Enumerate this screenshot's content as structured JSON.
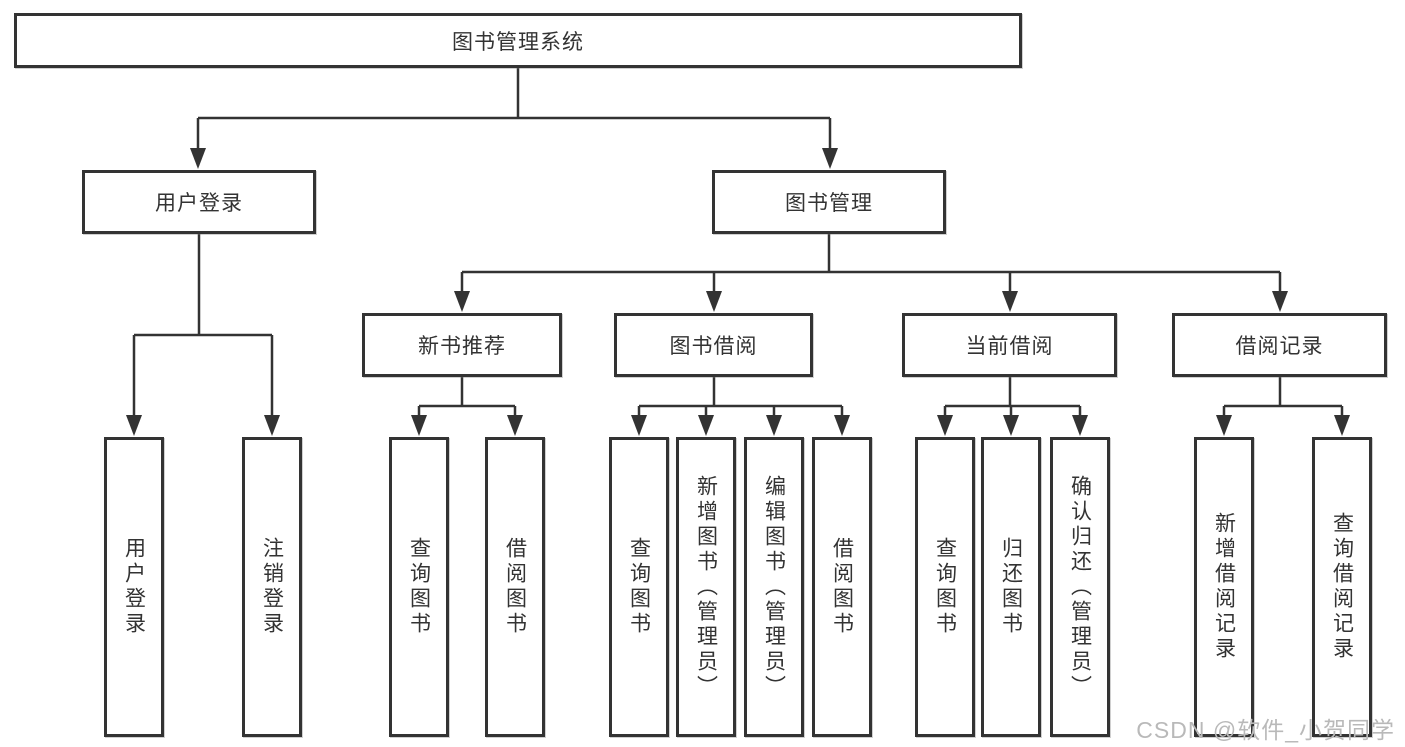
{
  "diagram": {
    "root": {
      "label": "图书管理系统"
    },
    "level2": [
      {
        "label": "用户登录"
      },
      {
        "label": "图书管理"
      }
    ],
    "level3": [
      {
        "label": "新书推荐"
      },
      {
        "label": "图书借阅"
      },
      {
        "label": "当前借阅"
      },
      {
        "label": "借阅记录"
      }
    ],
    "leaves": [
      {
        "label": "用户登录"
      },
      {
        "label": "注销登录"
      },
      {
        "label": "查询图书"
      },
      {
        "label": "借阅图书"
      },
      {
        "label": "查询图书"
      },
      {
        "label": "新增图书（管理员）"
      },
      {
        "label": "编辑图书（管理员）"
      },
      {
        "label": "借阅图书"
      },
      {
        "label": "查询图书"
      },
      {
        "label": "归还图书"
      },
      {
        "label": "确认归还（管理员）"
      },
      {
        "label": "新增借阅记录"
      },
      {
        "label": "查询借阅记录"
      }
    ]
  },
  "watermark": {
    "text": "CSDN @软件_小贺同学"
  },
  "colors": {
    "line": "#333333",
    "box_border": "#333333",
    "text": "#333333",
    "watermark": "#b9b9b9",
    "background": "#ffffff"
  }
}
